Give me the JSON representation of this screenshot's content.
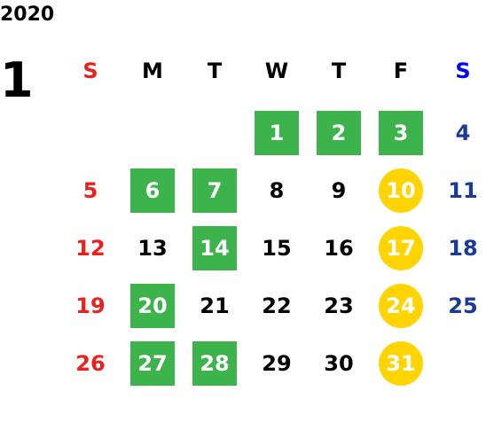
{
  "calendar": {
    "year": "2020",
    "month": "1",
    "colors": {
      "sunday": "#e8231d",
      "saturday_header": "#0000ff",
      "saturday": "#1a3a99",
      "weekday": "#000000",
      "green_box": "#3cb44b",
      "yellow_circle": "#ffd400"
    },
    "weekdays": [
      {
        "label": "S",
        "kind": "sunday"
      },
      {
        "label": "M",
        "kind": "weekday"
      },
      {
        "label": "T",
        "kind": "weekday"
      },
      {
        "label": "W",
        "kind": "weekday"
      },
      {
        "label": "T",
        "kind": "weekday"
      },
      {
        "label": "F",
        "kind": "weekday"
      },
      {
        "label": "S",
        "kind": "saturday_header"
      }
    ],
    "weeks": [
      [
        null,
        null,
        null,
        {
          "d": "1",
          "mark": "box"
        },
        {
          "d": "2",
          "mark": "box"
        },
        {
          "d": "3",
          "mark": "box"
        },
        {
          "d": "4"
        }
      ],
      [
        {
          "d": "5"
        },
        {
          "d": "6",
          "mark": "box"
        },
        {
          "d": "7",
          "mark": "box"
        },
        {
          "d": "8"
        },
        {
          "d": "9"
        },
        {
          "d": "10",
          "mark": "circle"
        },
        {
          "d": "11"
        }
      ],
      [
        {
          "d": "12"
        },
        {
          "d": "13"
        },
        {
          "d": "14",
          "mark": "box"
        },
        {
          "d": "15"
        },
        {
          "d": "16"
        },
        {
          "d": "17",
          "mark": "circle"
        },
        {
          "d": "18"
        }
      ],
      [
        {
          "d": "19"
        },
        {
          "d": "20",
          "mark": "box"
        },
        {
          "d": "21"
        },
        {
          "d": "22"
        },
        {
          "d": "23"
        },
        {
          "d": "24",
          "mark": "circle"
        },
        {
          "d": "25"
        }
      ],
      [
        {
          "d": "26"
        },
        {
          "d": "27",
          "mark": "box"
        },
        {
          "d": "28",
          "mark": "box"
        },
        {
          "d": "29"
        },
        {
          "d": "30"
        },
        {
          "d": "31",
          "mark": "circle"
        },
        null
      ]
    ]
  }
}
